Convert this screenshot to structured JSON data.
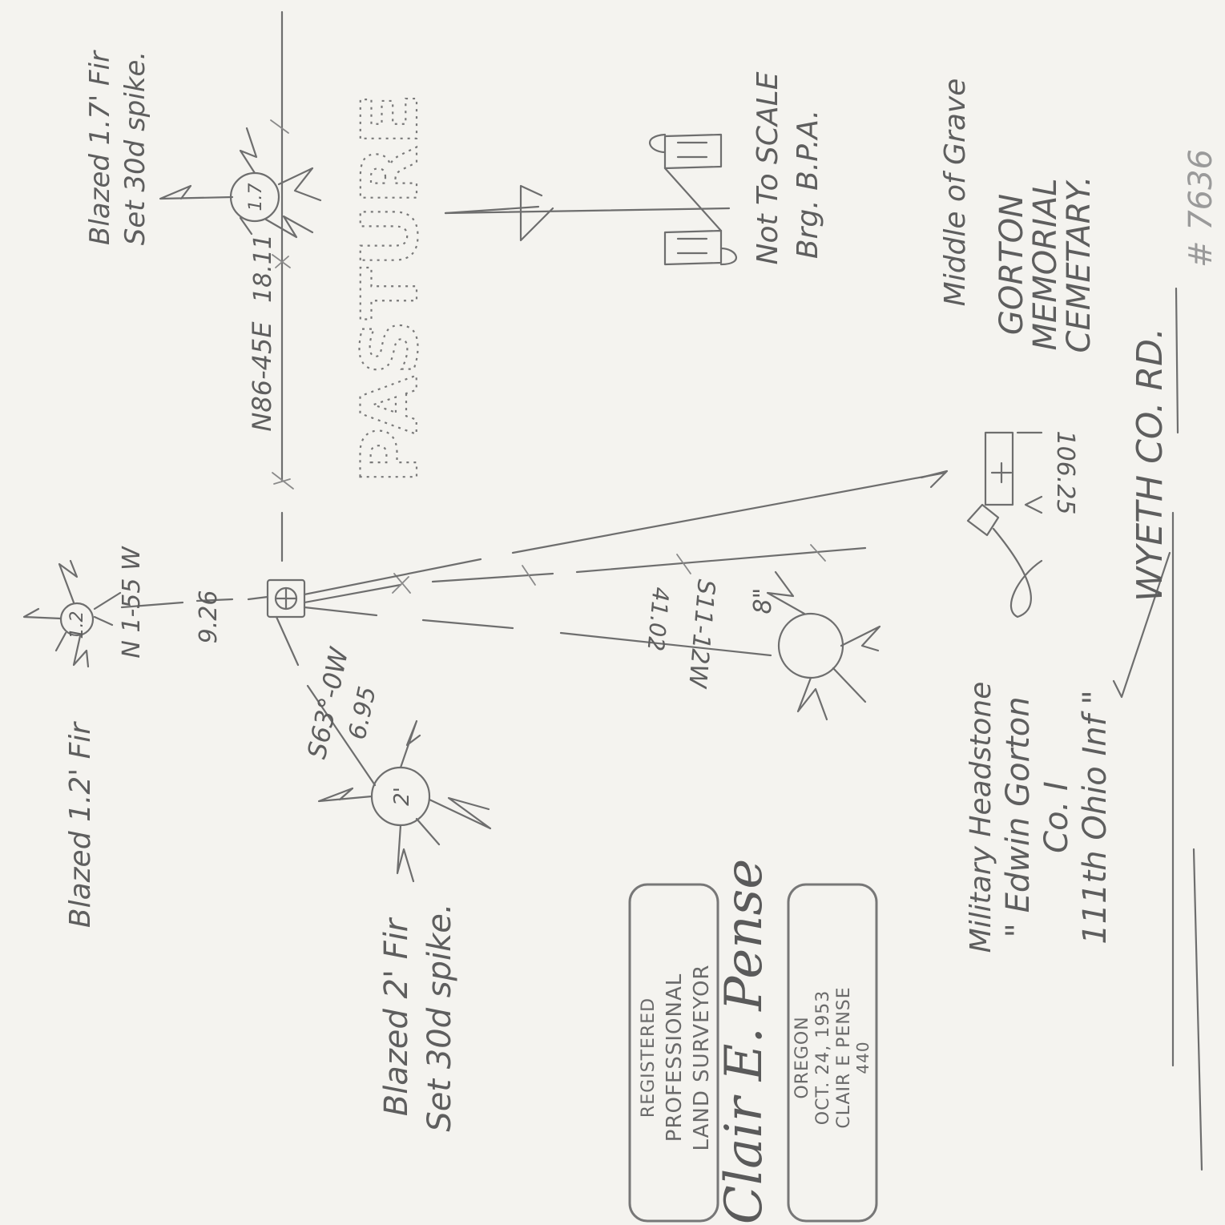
{
  "trees": {
    "tree_12": {
      "diameter": "1.2",
      "note": "Blazed 1.2' Fir"
    },
    "tree_17": {
      "diameter": "1.7",
      "note_line1": "Blazed 1.7' Fir",
      "note_line2": "Set 30d spike."
    },
    "tree_2": {
      "diameter": "2'",
      "note_line1": "Blazed 2' Fir",
      "note_line2": "Set 30d spike."
    },
    "tree_8": {
      "diameter": "8\""
    }
  },
  "bearings": {
    "to_tree_12": {
      "bearing": "N 1-55 W",
      "distance": "9.26"
    },
    "to_tree_17": {
      "bearing": "N86-45E",
      "distance": "18.11"
    },
    "to_tree_2": {
      "bearing": "S63°-0W",
      "distance": "6.95"
    },
    "to_tree_8": {
      "bearing": "S11-12W",
      "distance": "41.02"
    },
    "to_grave": {
      "distance": "106.25"
    }
  },
  "labels": {
    "pasture": "PASTURE",
    "scale": "Not To SCALE",
    "bearing_ref": "Brg. B.P.A.",
    "middle_of_grave": "Middle of Grave",
    "cemetery_line1": "GORTON",
    "cemetery_line2": "MEMORIAL",
    "cemetery_line3": "CEMETARY.",
    "road": "WYETH CO. RD.",
    "file_number": "# 7636"
  },
  "headstone": {
    "title": "Military Headstone",
    "line1": "\" Edwin Gorton",
    "line2": "Co. I",
    "line3": "111th Ohio Inf \""
  },
  "stamp": {
    "line1": "REGISTERED",
    "line2": "PROFESSIONAL",
    "line3": "LAND SURVEYOR",
    "line4": "OREGON",
    "line5": "OCT. 24, 1953",
    "line6": "CLAIR E PENSE",
    "line7": "440"
  },
  "signature": "Clair E. Pense"
}
